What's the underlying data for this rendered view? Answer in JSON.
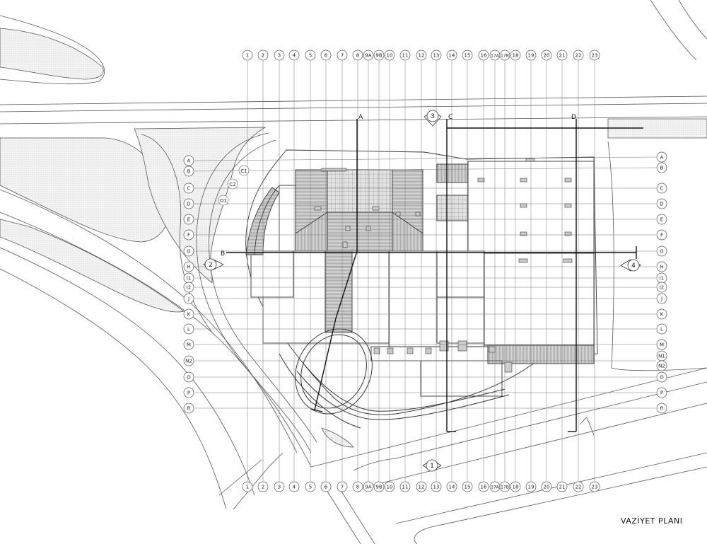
{
  "title": "VAZİYET PLANI",
  "columns": [
    "1",
    "2",
    "3",
    "4",
    "5",
    "6",
    "7",
    "8",
    "9A",
    "9B",
    "10",
    "11",
    "12",
    "13",
    "14",
    "15",
    "16",
    "17A",
    "17B",
    "18",
    "19",
    "20",
    "21",
    "22",
    "23"
  ],
  "rows_left": [
    "A",
    "B",
    "C",
    "D",
    "E",
    "F",
    "G",
    "H",
    "I1",
    "I2",
    "J",
    "K",
    "L",
    "M",
    "N2",
    "O",
    "P",
    "R"
  ],
  "rows_right": [
    "A",
    "B",
    "C",
    "D",
    "E",
    "F",
    "G",
    "H",
    "I1",
    "I2",
    "J",
    "K",
    "L",
    "M",
    "N1",
    "N2",
    "O",
    "P",
    "R"
  ],
  "curve_labels": [
    "C1",
    "C2",
    "O1"
  ],
  "section_letters": [
    "A",
    "B",
    "C",
    "D"
  ],
  "section_markers": [
    "1",
    "2",
    "3",
    "4"
  ]
}
